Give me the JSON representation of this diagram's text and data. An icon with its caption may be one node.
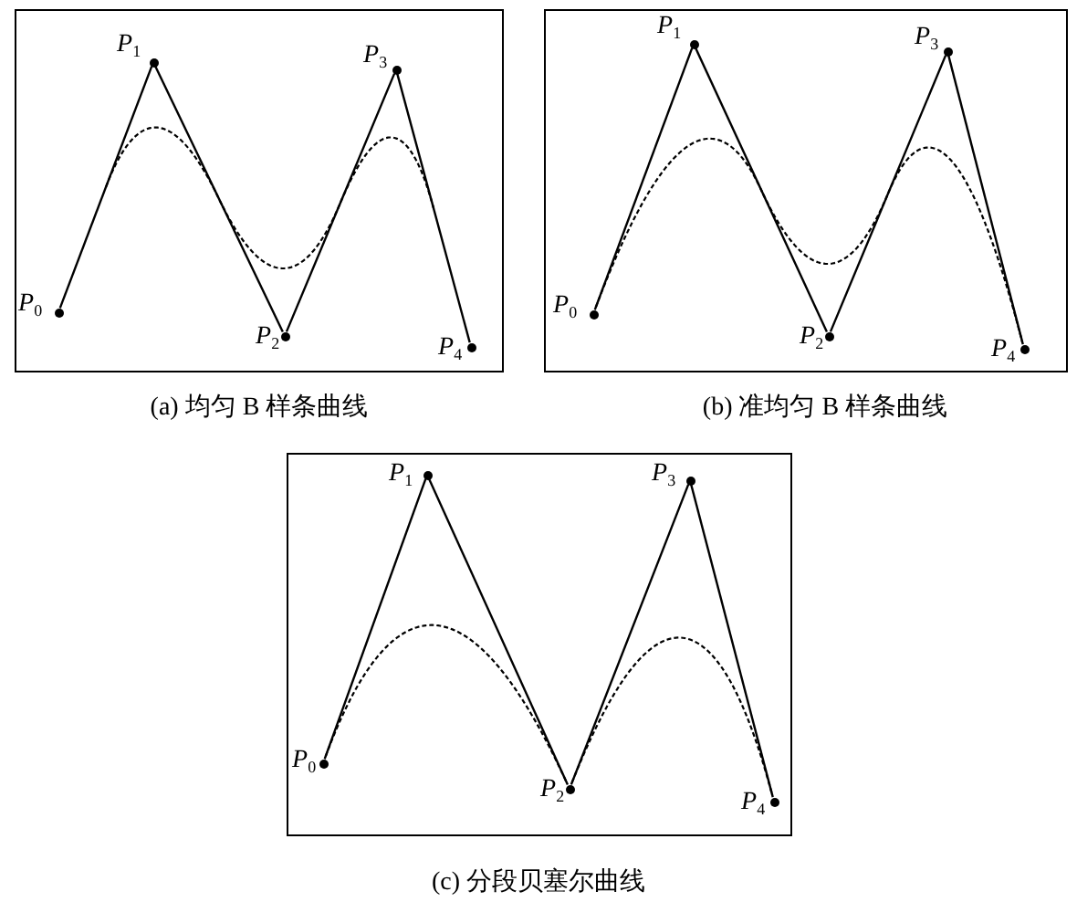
{
  "diagram": {
    "nodes": [
      {
        "text": [],
        "shape": "box",
        "beside": [
          "(a) 均匀 B 样条曲线"
        ]
      },
      {
        "text": [],
        "shape": "circle",
        "in": 0,
        "beside": [
          "*P*$_{0}$"
        ]
      },
      {
        "text": [],
        "shape": "circle",
        "in": 0,
        "beside": [
          "*P*$_{1}$"
        ]
      },
      {
        "text": [],
        "shape": "circle",
        "in": 0,
        "beside": [
          "*P*$_{2}$"
        ]
      },
      {
        "text": [],
        "shape": "circle",
        "in": 0,
        "beside": [
          "*P*$_{3}$"
        ]
      },
      {
        "text": [],
        "shape": "circle",
        "in": 0,
        "beside": [
          "*P*$_{4}$"
        ]
      },
      {
        "text": [],
        "shape": "box",
        "beside": [
          "(b) 准均匀 B 样条曲线"
        ]
      },
      {
        "text": [],
        "shape": "circle",
        "in": 6,
        "beside": [
          "*P*$_{0}$"
        ]
      },
      {
        "text": [],
        "shape": "circle",
        "in": 6,
        "beside": [
          "*P*$_{1}$"
        ]
      },
      {
        "text": [],
        "shape": "circle",
        "in": 6,
        "beside": [
          "*P*$_{2}$"
        ]
      },
      {
        "text": [],
        "shape": "circle",
        "in": 6,
        "beside": [
          "*P*$_{3}$"
        ]
      },
      {
        "text": [],
        "shape": "circle",
        "in": 6,
        "beside": [
          "*P*$_{4}$"
        ]
      },
      {
        "text": [],
        "shape": "box",
        "beside": [
          "(c) 分段贝塞尔曲线"
        ]
      },
      {
        "text": [],
        "shape": "circle",
        "in": 12,
        "beside": [
          "*P*$_{0}$"
        ]
      },
      {
        "text": [],
        "shape": "circle",
        "in": 12,
        "beside": [
          "*P*$_{1}$"
        ]
      },
      {
        "text": [],
        "shape": "circle",
        "in": 12,
        "beside": [
          "*P*$_{2}$"
        ]
      },
      {
        "text": [],
        "shape": "circle",
        "in": 12,
        "beside": [
          "*P*$_{3}$"
        ]
      },
      {
        "text": [],
        "shape": "circle",
        "in": 12,
        "beside": [
          "*P*$_{4}$"
        ]
      }
    ],
    "edges": [
      {
        "from": 1,
        "to": 2,
        "arrow": "none"
      },
      {
        "from": 2,
        "to": 3,
        "arrow": "none"
      },
      {
        "from": 3,
        "to": 4,
        "arrow": "none"
      },
      {
        "from": 4,
        "to": 5,
        "arrow": "none"
      },
      {
        "from": 7,
        "to": 8,
        "arrow": "none"
      },
      {
        "from": 8,
        "to": 9,
        "arrow": "none"
      },
      {
        "from": 9,
        "to": 10,
        "arrow": "none"
      },
      {
        "from": 10,
        "to": 11,
        "arrow": "none"
      },
      {
        "from": 13,
        "to": 14,
        "arrow": "none"
      },
      {
        "from": 14,
        "to": 15,
        "arrow": "none"
      },
      {
        "from": 15,
        "to": 16,
        "arrow": "none"
      },
      {
        "from": 16,
        "to": 17,
        "arrow": "none"
      },
      {
        "from": 7,
        "to": 11,
        "arrow": "none",
        "style": "dashed"
      },
      {
        "from": 13,
        "to": 17,
        "arrow": "none",
        "style": "dashed"
      }
    ]
  }
}
